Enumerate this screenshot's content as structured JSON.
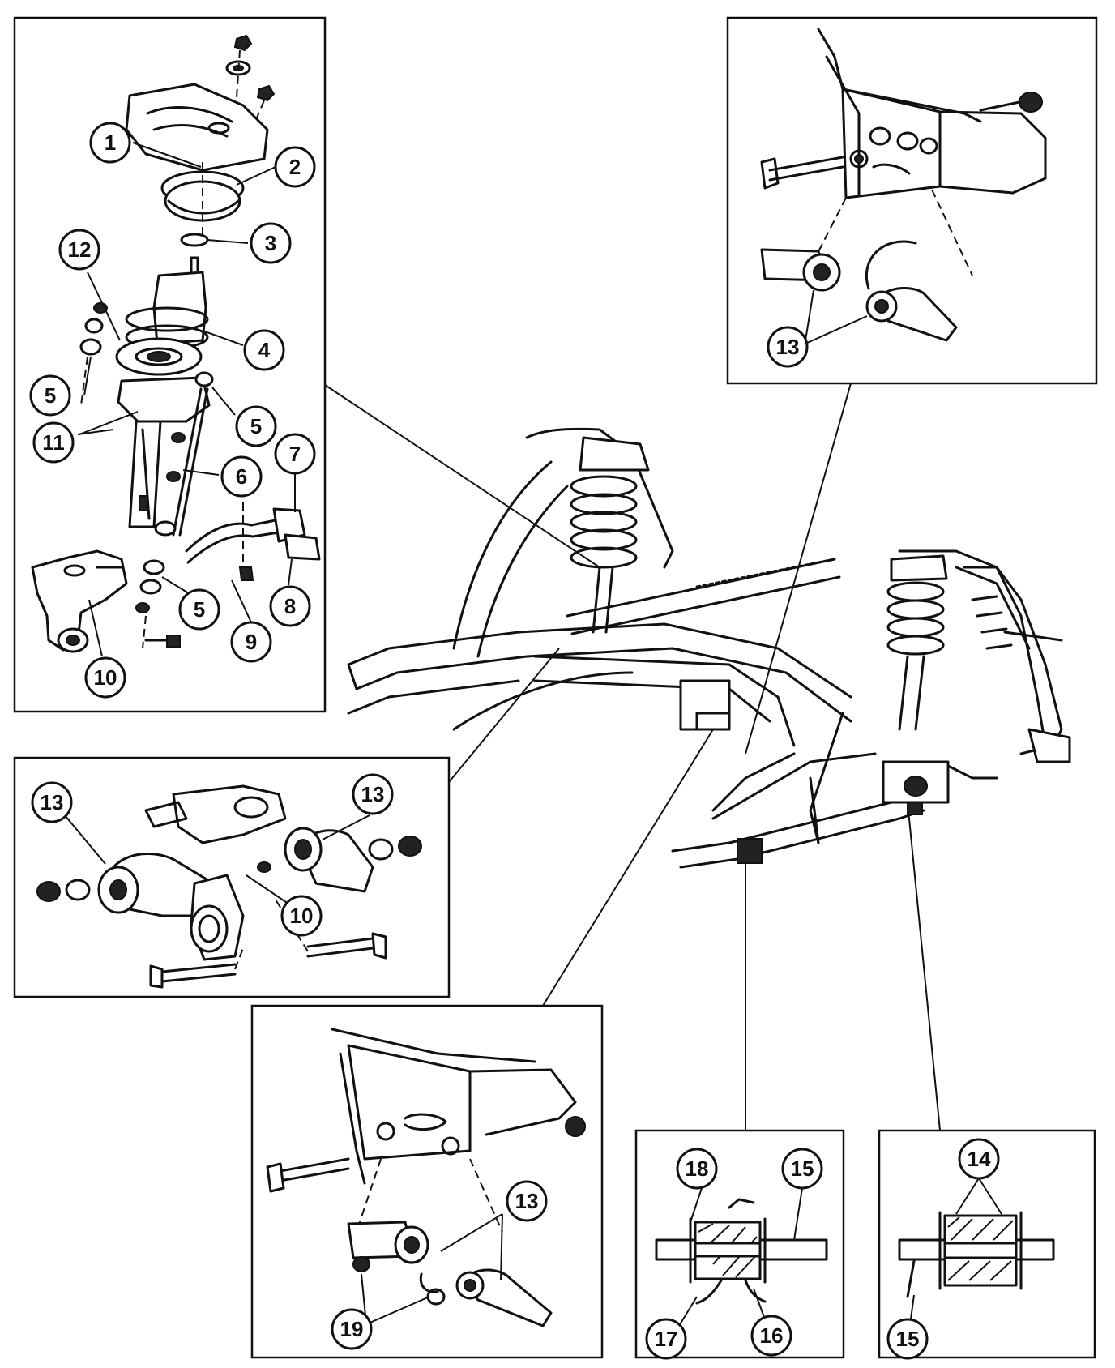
{
  "diagram": {
    "callouts": [
      {
        "id": "c1",
        "label": "1"
      },
      {
        "id": "c2",
        "label": "2"
      },
      {
        "id": "c3",
        "label": "3"
      },
      {
        "id": "c4",
        "label": "4"
      },
      {
        "id": "c5a",
        "label": "5"
      },
      {
        "id": "c5b",
        "label": "5"
      },
      {
        "id": "c5c",
        "label": "5"
      },
      {
        "id": "c6",
        "label": "6"
      },
      {
        "id": "c7",
        "label": "7"
      },
      {
        "id": "c8",
        "label": "8"
      },
      {
        "id": "c9",
        "label": "9"
      },
      {
        "id": "c10a",
        "label": "10"
      },
      {
        "id": "c11",
        "label": "11"
      },
      {
        "id": "c12",
        "label": "12"
      },
      {
        "id": "c13a",
        "label": "13"
      },
      {
        "id": "c13b",
        "label": "13"
      },
      {
        "id": "c13c",
        "label": "13"
      },
      {
        "id": "c10b",
        "label": "10"
      },
      {
        "id": "c13d",
        "label": "13"
      },
      {
        "id": "c19",
        "label": "19"
      },
      {
        "id": "c18",
        "label": "18"
      },
      {
        "id": "c15a",
        "label": "15"
      },
      {
        "id": "c17",
        "label": "17"
      },
      {
        "id": "c16",
        "label": "16"
      },
      {
        "id": "c14",
        "label": "14"
      },
      {
        "id": "c15b",
        "label": "15"
      }
    ]
  }
}
